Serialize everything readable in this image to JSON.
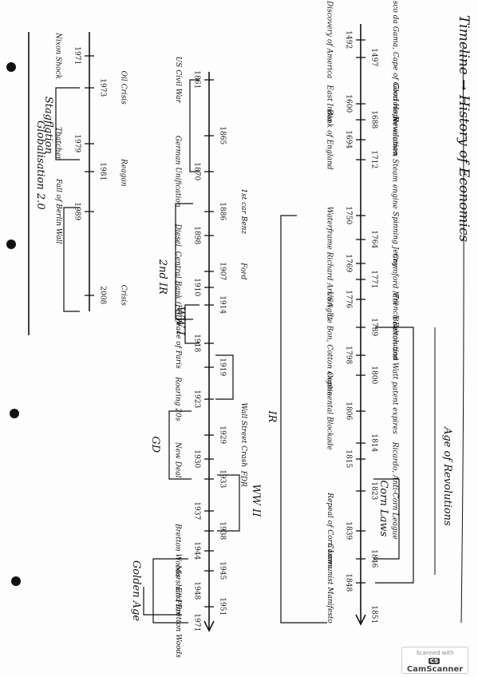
{
  "title": "Timeline → History of Economics",
  "band1": {
    "items": [
      {
        "year": "1492",
        "label": "Discovery of America"
      },
      {
        "year": "1497",
        "label": "Vasco da Gama, Cape of Good Hope"
      },
      {
        "year": "1600",
        "label": "East India"
      },
      {
        "year": "1688",
        "label": "Glorious Revolution"
      },
      {
        "year": "1694",
        "label": "Bank of England"
      },
      {
        "year": "1712",
        "label": "Newcomen Steam engine"
      },
      {
        "year": "1750",
        "label": ""
      },
      {
        "year": "1764",
        "label": "Spinning Jenny"
      },
      {
        "year": "1769",
        "label": "Waterframe Richard Arkwright"
      },
      {
        "year": "1771",
        "label": "Cromford Mill"
      },
      {
        "year": "1776",
        "label": "USA"
      },
      {
        "year": "1789",
        "label": "French Revolution"
      },
      {
        "year": "1798",
        "label": "Le Bon, Cotton engine"
      },
      {
        "year": "1800",
        "label": "Boulton and Watt patent expires"
      },
      {
        "year": "1806",
        "label": "Continental Blockade"
      },
      {
        "year": "1814",
        "label": ""
      },
      {
        "year": "1815",
        "label": ""
      },
      {
        "year": "1823",
        "label": "Ricardo, Anti-Corn League"
      },
      {
        "year": "1839",
        "label": "Repeal of Corn Laws"
      },
      {
        "year": "1846",
        "label": ""
      },
      {
        "year": "1848",
        "label": "Communist Manifesto"
      },
      {
        "year": "1851",
        "label": ""
      }
    ],
    "brackets": {
      "age": "Age of Revolutions",
      "corn": "Corn Laws",
      "ir": "IR"
    }
  },
  "band2": {
    "items": [
      {
        "year": "1861",
        "label": "US Civil War"
      },
      {
        "year": "1865",
        "label": ""
      },
      {
        "year": "1870",
        "label": "German Unification"
      },
      {
        "year": "1886",
        "label": "1st car Benz"
      },
      {
        "year": "1898",
        "label": "Diesel"
      },
      {
        "year": "1907",
        "label": "Ford"
      },
      {
        "year": "1910",
        "label": "Central Bank (FED)"
      },
      {
        "year": "1914",
        "label": ""
      },
      {
        "year": "1918",
        "label": "Peace of Paris"
      },
      {
        "year": "1919",
        "label": ""
      },
      {
        "year": "1923",
        "label": "Roaring 20s"
      },
      {
        "year": "1929",
        "label": "Wall Street Crash"
      },
      {
        "year": "1930",
        "label": "New Deal"
      },
      {
        "year": "1933",
        "label": "FDR"
      },
      {
        "year": "1937",
        "label": ""
      },
      {
        "year": "1938",
        "label": ""
      },
      {
        "year": "1944",
        "label": "Bretton Woods"
      },
      {
        "year": "1945",
        "label": ""
      },
      {
        "year": "1948",
        "label": "Marshall Plan"
      },
      {
        "year": "1951",
        "label": ""
      },
      {
        "year": "1971",
        "label": "End Bretton Woods"
      }
    ],
    "brackets": {
      "second_ir": "2nd IR",
      "ww1": "WW I",
      "gd": "GD",
      "ww2": "WW II",
      "golden": "Golden Age"
    }
  },
  "band3": {
    "items": [
      {
        "year": "1971",
        "label": "Nixon Shock"
      },
      {
        "year": "1973",
        "label": "Oil Crisis"
      },
      {
        "year": "1979",
        "label": "Thatcher"
      },
      {
        "year": "1981",
        "label": "Reagan"
      },
      {
        "year": "1989",
        "label": "Fall of Berlin Wall"
      },
      {
        "year": "2008",
        "label": "Crisis"
      }
    ],
    "brackets": {
      "stagflation": "Stagflation",
      "globalisation": "Globalisation 2.0"
    }
  },
  "watermark": {
    "line1": "Scanned with",
    "brand": "CamScanner",
    "badge": "CS"
  },
  "colors": {
    "ink": "#111111",
    "paper": "#fdfdfd"
  }
}
